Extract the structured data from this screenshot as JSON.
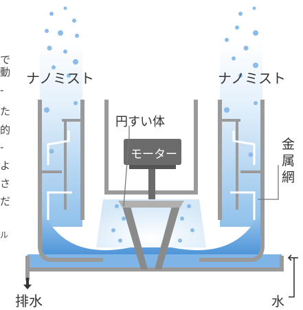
{
  "labels": {
    "nanomist_left": "ナノミスト",
    "nanomist_right": "ナノミスト",
    "cone": "円すい体",
    "motor": "モーター",
    "metal_mesh": "金\n属\n網",
    "drain": "排水",
    "water": "水"
  },
  "edge_text": [
    "で",
    "動",
    "-",
    "た",
    "的",
    "-",
    "よ",
    "さ",
    "だ",
    "ル"
  ],
  "colors": {
    "water_blue": "#6aa6de",
    "mist_light": "#c8e2f7",
    "pipe_gray": "#9a9a9a",
    "motor_gray": "#6b6b6b",
    "text": "#333333"
  }
}
